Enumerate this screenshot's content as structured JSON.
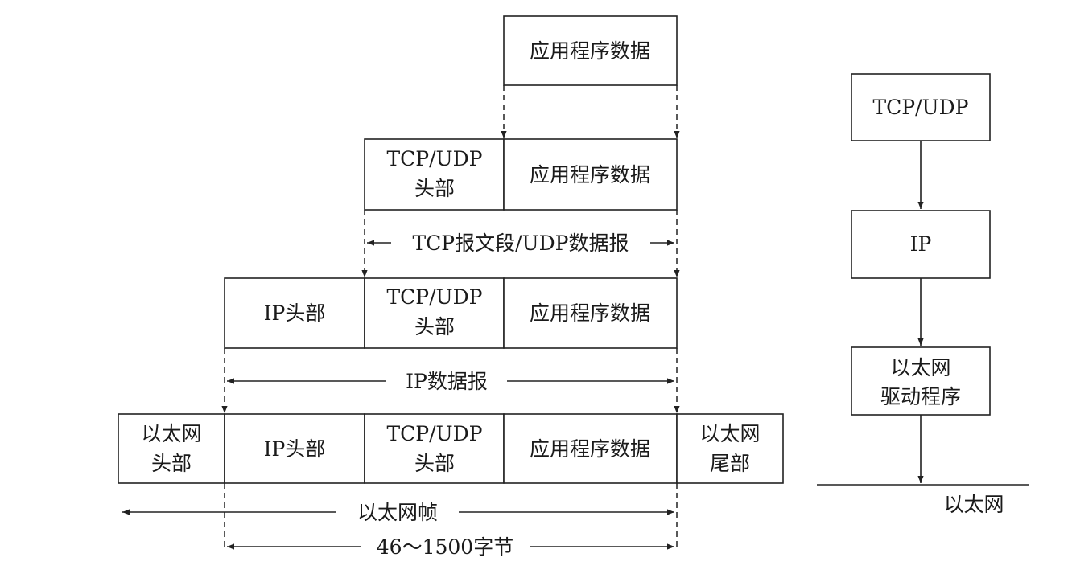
{
  "encapsulation": {
    "app_data": "应用程序数据",
    "tcp_udp_header_line1": "TCP/UDP",
    "tcp_udp_header_line2": "头部",
    "tcp_segment_label": "TCP报文段/UDP数据报",
    "ip_header": "IP头部",
    "ip_datagram_label": "IP数据报",
    "eth_header_line1": "以太网",
    "eth_header_line2": "头部",
    "eth_trailer_line1": "以太网",
    "eth_trailer_line2": "尾部",
    "eth_frame_label": "以太网帧",
    "payload_size_label": "46～1500字节"
  },
  "stack": {
    "tcp_udp": "TCP/UDP",
    "ip": "IP",
    "eth_driver_line1": "以太网",
    "eth_driver_line2": "驱动程序",
    "ethernet_label": "以太网"
  }
}
